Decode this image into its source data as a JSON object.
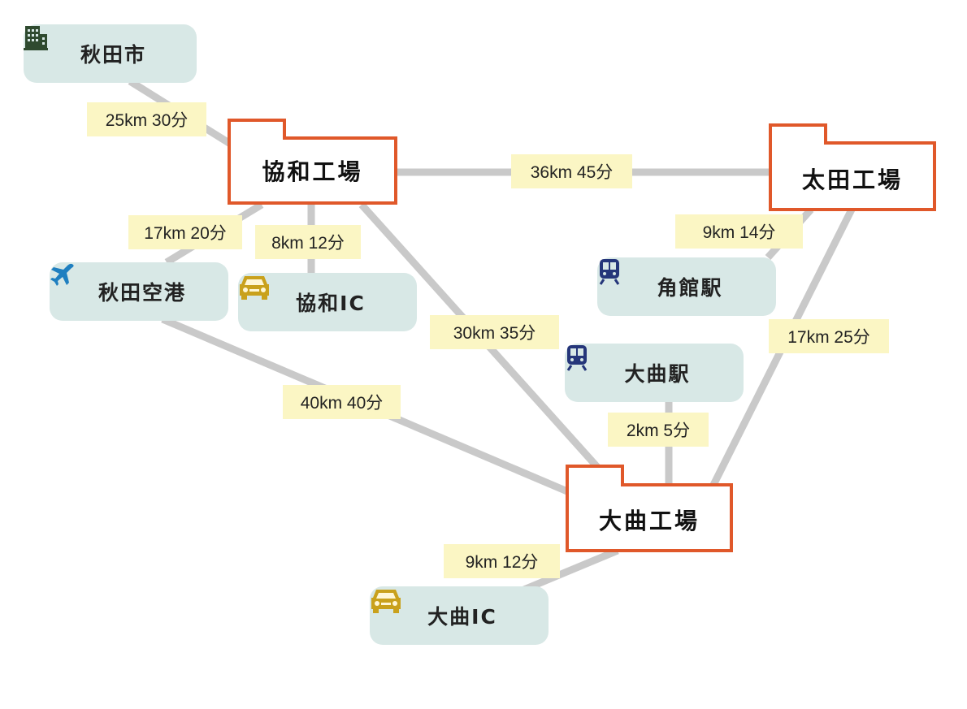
{
  "places": {
    "akita_city": "秋田市",
    "akita_airport": "秋田空港",
    "kyowa_ic": "協和IC",
    "kakunodate_sta": "角館駅",
    "omagari_sta": "大曲駅",
    "omagari_ic": "大曲IC"
  },
  "factories": {
    "kyowa": "協和工場",
    "ota": "太田工場",
    "omagari": "大曲工場"
  },
  "distances": {
    "akita_kyowa": "25km 30分",
    "kyowa_ota": "36km 45分",
    "kyowa_airport": "17km 20分",
    "kyowa_ic": "8km 12分",
    "ota_kakunodate": "9km 14分",
    "kyowa_omagari": "30km 35分",
    "ota_omagari": "17km 25分",
    "airport_omagari": "40km 40分",
    "omagari_sta": "2km 5分",
    "omagari_ic": "9km 12分"
  },
  "colors": {
    "route": "#c9c9c9",
    "factory_border": "#e0582a",
    "place_bg": "#d8e8e6",
    "label_bg": "#fbf6c4",
    "building_icon": "#2f4a2f",
    "plane_icon": "#1f7fc0",
    "train_icon": "#25367a",
    "car_icon": "#c9a11c"
  },
  "icons": {
    "akita_city": "building-icon",
    "akita_airport": "airplane-icon",
    "kyowa_ic": "car-icon",
    "kakunodate_sta": "train-icon",
    "omagari_sta": "train-icon",
    "omagari_ic": "car-icon"
  }
}
